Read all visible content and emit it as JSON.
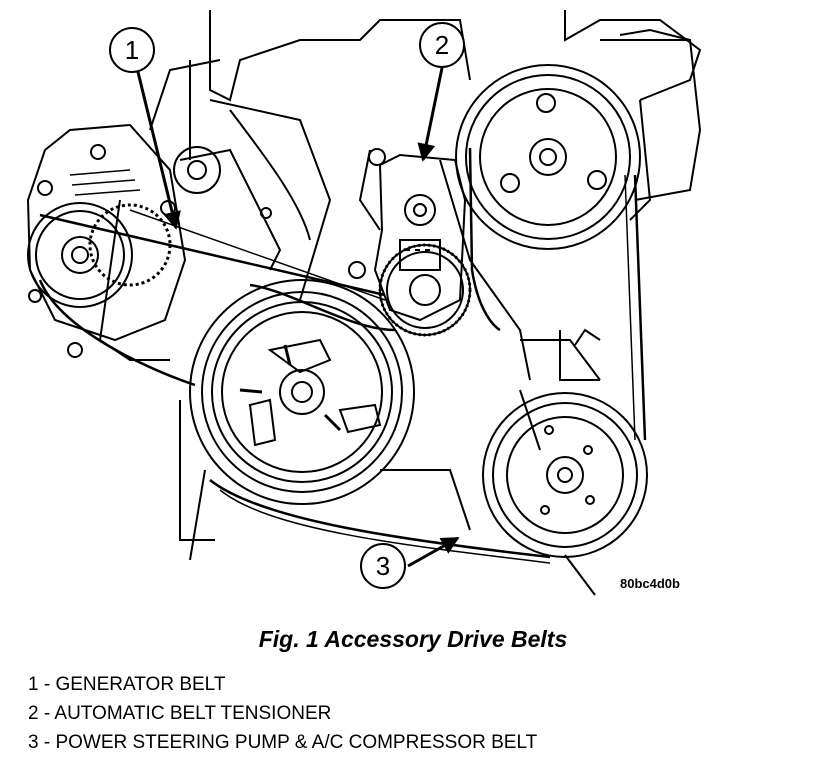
{
  "figure": {
    "code": "80bc4d0b",
    "callouts": [
      "1",
      "2",
      "3"
    ]
  },
  "caption": "Fig. 1 Accessory Drive Belts",
  "legend": [
    "1 - GENERATOR BELT",
    "2 - AUTOMATIC BELT TENSIONER",
    "3 - POWER STEERING PUMP & A/C COMPRESSOR BELT"
  ]
}
